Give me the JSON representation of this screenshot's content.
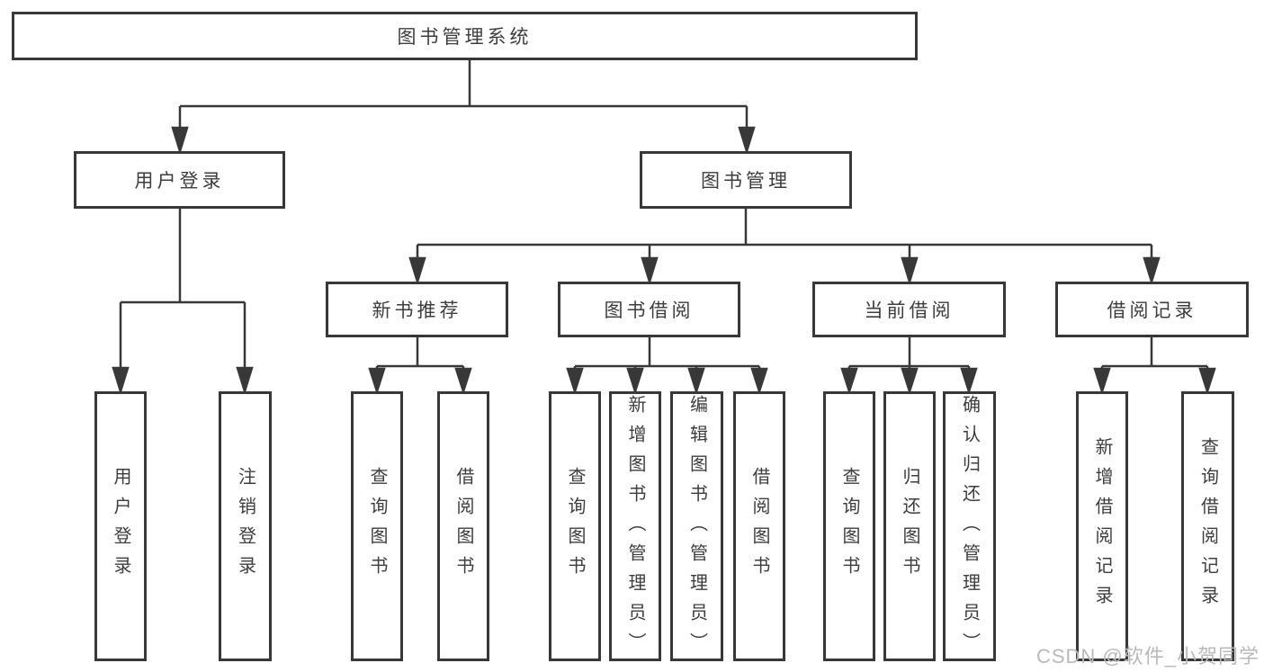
{
  "tree": {
    "label": "图书管理系统",
    "children": [
      {
        "label": "用户登录",
        "children": [
          {
            "label": "用户登录"
          },
          {
            "label": "注销登录"
          }
        ]
      },
      {
        "label": "图书管理",
        "children": [
          {
            "label": "新书推荐",
            "children": [
              {
                "label": "查询图书"
              },
              {
                "label": "借阅图书"
              }
            ]
          },
          {
            "label": "图书借阅",
            "children": [
              {
                "label": "查询图书"
              },
              {
                "label": "新增图书（管理员）"
              },
              {
                "label": "编辑图书（管理员）"
              },
              {
                "label": "借阅图书"
              }
            ]
          },
          {
            "label": "当前借阅",
            "children": [
              {
                "label": "查询图书"
              },
              {
                "label": "归还图书"
              },
              {
                "label": "确认归还（管理员）"
              }
            ]
          },
          {
            "label": "借阅记录",
            "children": [
              {
                "label": "新增借阅记录"
              },
              {
                "label": "查询借阅记录"
              }
            ]
          }
        ]
      }
    ]
  },
  "watermark": {
    "text": "CSDN @软件_小贺同学"
  },
  "colors": {
    "line": "#383838",
    "box_border": "#383838",
    "text": "#3d3d3d",
    "watermark": "#b9b9b9",
    "background": "#ffffff"
  }
}
